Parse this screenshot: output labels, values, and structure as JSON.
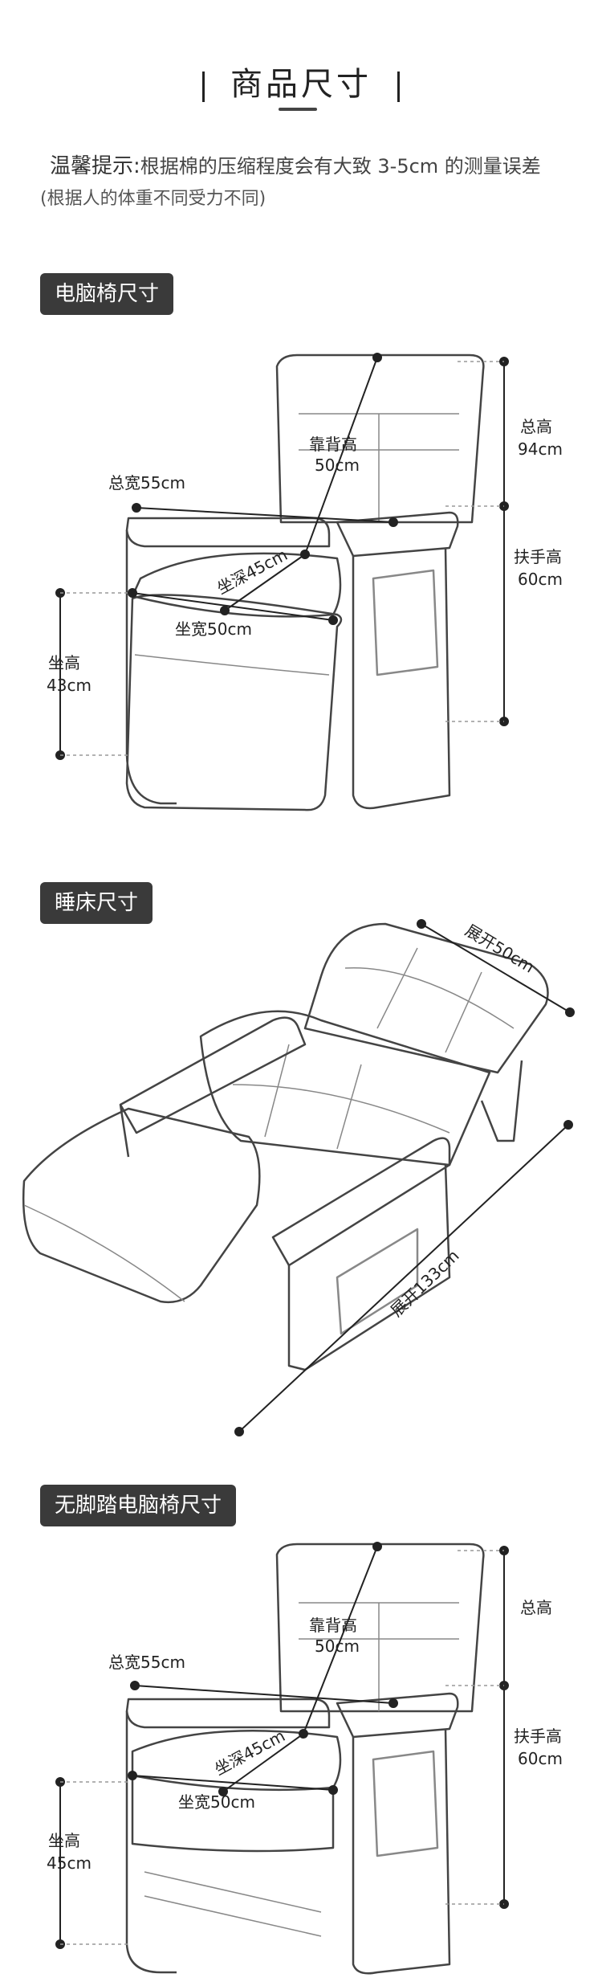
{
  "header": {
    "title": "商品尺寸"
  },
  "tip": {
    "label": "温馨提示:",
    "text": "根据棉的压缩程度会有大致 3-5cm 的测量误差",
    "subtext": "(根据人的体重不同受力不同)"
  },
  "sections": [
    {
      "label": "电脑椅尺寸",
      "dims": {
        "total_height_label": "总高",
        "total_height_value": "94cm",
        "armrest_label": "扶手高",
        "armrest_value": "60cm",
        "seat_height_label": "坐高",
        "seat_height_value": "43cm",
        "back_height_label": "靠背高",
        "back_height_value": "50cm",
        "total_width": "总宽55cm",
        "seat_depth": "坐深45cm",
        "seat_width": "坐宽50cm"
      }
    },
    {
      "label": "睡床尺寸",
      "dims": {
        "unfold_width": "展开50cm",
        "unfold_length": "展开133cm"
      }
    },
    {
      "label": "无脚踏电脑椅尺寸",
      "dims": {
        "total_height_label": "总高",
        "armrest_label": "扶手高",
        "armrest_value": "60cm",
        "seat_height_label": "坐高",
        "seat_height_value": "45cm",
        "back_height_label": "靠背高",
        "back_height_value": "50cm",
        "total_width": "总宽55cm",
        "seat_depth": "坐深45cm",
        "seat_width": "坐宽50cm"
      }
    }
  ]
}
